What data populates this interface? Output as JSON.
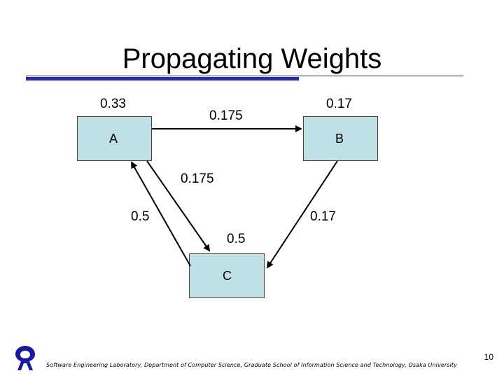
{
  "slide": {
    "title": "Propagating Weights",
    "page_number": "10",
    "footer": "Software Engineering Laboratory, Department of Computer Science, Graduate School of Information Science and Technology, Osaka University",
    "logo_icon": "osaka-university-logo-icon"
  },
  "colors": {
    "node_fill": "#bfe0e5",
    "accent_rule": "#2a2aa8",
    "logo": "#1a1aa0"
  },
  "diagram": {
    "nodes": {
      "a": {
        "label": "A",
        "weight": "0.33"
      },
      "b": {
        "label": "B",
        "weight": "0.17"
      },
      "c": {
        "label": "C"
      }
    },
    "edges": {
      "a_to_b": {
        "weight": "0.175"
      },
      "a_to_c": {
        "weight": "0.175"
      },
      "c_to_a": {
        "weight": "0.5"
      },
      "b_to_c": {
        "weight": "0.17"
      },
      "c_self_in": {
        "weight": "0.5"
      }
    }
  }
}
